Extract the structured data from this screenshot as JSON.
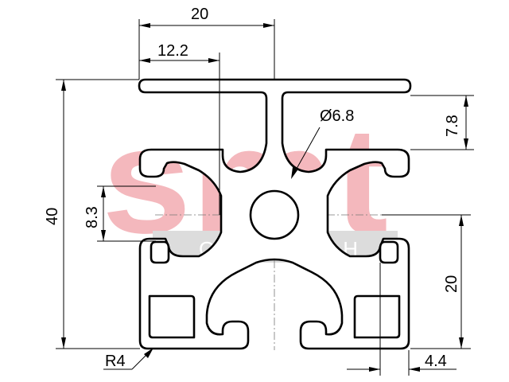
{
  "watermark": {
    "logo_text": "smt",
    "sub_text": "G m b H"
  },
  "dimensions": {
    "top_width": "20",
    "top_offset": "12.2",
    "hole_diameter": "Ø6.8",
    "slot_depth": "7.8",
    "overall_height": "40",
    "slot_width": "8.3",
    "lower_height": "20",
    "corner_radius": "R4",
    "edge_width": "4.4"
  },
  "colors": {
    "watermark_red": "#f4b8bd",
    "watermark_gray": "#dcdcdc",
    "line": "#000000"
  }
}
